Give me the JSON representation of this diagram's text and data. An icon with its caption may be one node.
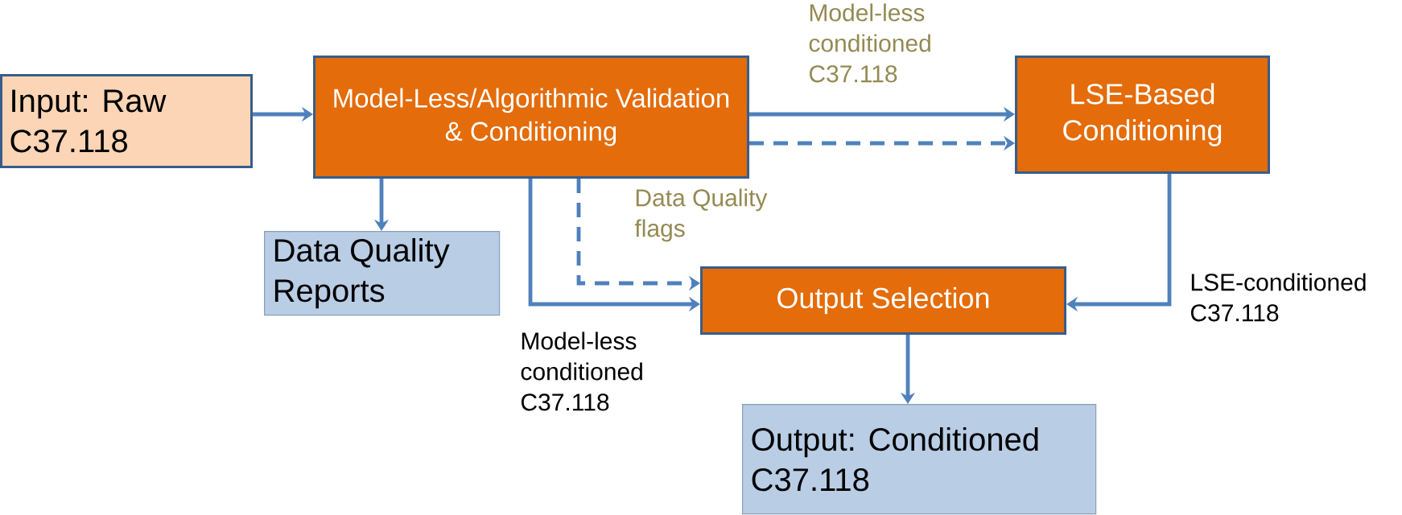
{
  "diagram": {
    "nodes": [
      {
        "text": [
          "Input: Raw C37.118"
        ]
      },
      {
        "text": [
          "Model-Less/Algorithmic Validation & Conditioning"
        ]
      },
      {
        "text": [
          "LSE-Based Conditioning"
        ]
      },
      {
        "text": [
          "Data Quality Reports"
        ]
      },
      {
        "text": [
          "Output Selection"
        ]
      },
      {
        "text": [
          "Output: Conditioned C37.118"
        ]
      }
    ],
    "edges": [
      {
        "from": 0,
        "to": 1,
        "arrow": "to"
      },
      {
        "from": 1,
        "to": 2,
        "arrow": "to",
        "label": "Model-less conditioned C37.118"
      },
      {
        "from": 1,
        "to": 2,
        "arrow": "to",
        "style": "dashed"
      },
      {
        "from": 1,
        "to": 3,
        "arrow": "to"
      },
      {
        "from": 1,
        "to": 4,
        "arrow": "to",
        "label": "Model-less conditioned C37.118"
      },
      {
        "from": 1,
        "to": 4,
        "arrow": "to",
        "style": "dashed",
        "label": "Data Quality flags"
      },
      {
        "from": 2,
        "to": 4,
        "arrow": "to",
        "label": "LSE-conditioned C37.118"
      },
      {
        "from": 4,
        "to": 5,
        "arrow": "to"
      }
    ]
  }
}
